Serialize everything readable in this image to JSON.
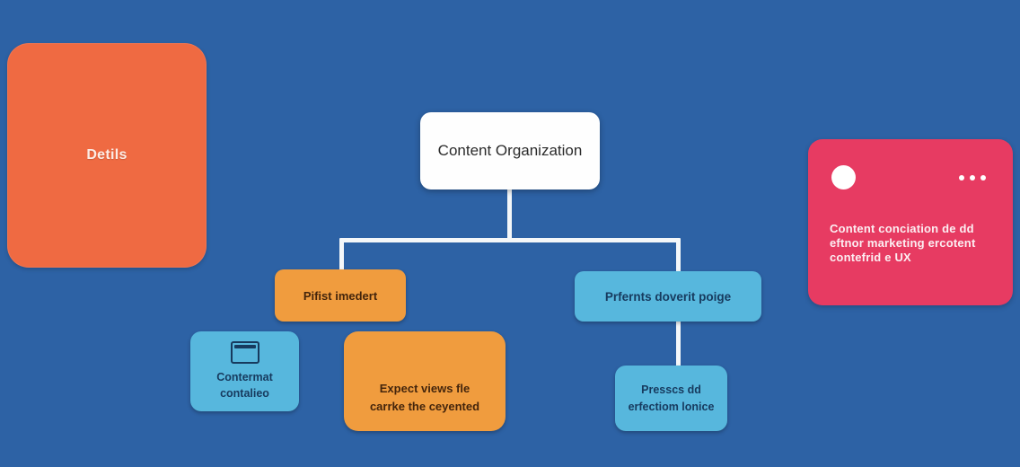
{
  "colors": {
    "background": "#2d62a5",
    "coral_panel": "#ef6a42",
    "amber_node": "#f09c3e",
    "sky_node": "#57b7dd",
    "pink_card": "#e73b62",
    "root_node_bg": "#fefefe",
    "connector": "#f4f7f9"
  },
  "left_panel": {
    "label": "Detils"
  },
  "diagram": {
    "root": {
      "label": "Content Organization"
    },
    "nodes": {
      "first": {
        "label": "Pifist imedert"
      },
      "prefers": {
        "label": "Prfernts doverit poige"
      },
      "contermat": {
        "icon": "browser-window-icon",
        "line1": "Contermat",
        "line2": "contalieo"
      },
      "expect": {
        "line1": "Expect views fle",
        "line2": "carrke the ceyented"
      },
      "process": {
        "line1": "Presscs dd",
        "line2": "erfectiom lonice"
      }
    }
  },
  "right_card": {
    "avatar_icon": "circle-avatar-icon",
    "menu_icon": "ellipsis-menu-icon",
    "lines": {
      "0": "Content conciation de dd",
      "1": "eftnor marketing ercotent",
      "2": "contefrid e UX"
    }
  }
}
